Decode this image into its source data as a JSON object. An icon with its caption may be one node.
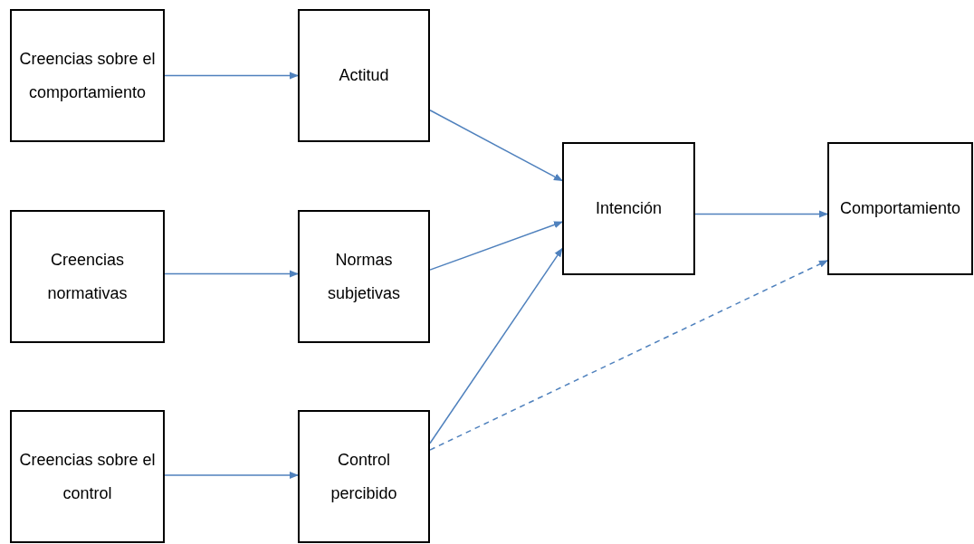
{
  "diagram": {
    "nodes": [
      {
        "text": [
          "Creencias sobre el comportamiento"
        ]
      },
      {
        "text": [
          "Actitud"
        ]
      },
      {
        "text": [
          "Creencias normativas"
        ]
      },
      {
        "text": [
          "Normas subjetivas"
        ]
      },
      {
        "text": [
          "Creencias sobre el control"
        ]
      },
      {
        "text": [
          "Control percibido"
        ]
      },
      {
        "text": [
          "Intención"
        ]
      },
      {
        "text": [
          "Comportamiento"
        ]
      }
    ],
    "edges": [
      {
        "from": 0,
        "to": 1,
        "arrow": "to"
      },
      {
        "from": 2,
        "to": 3,
        "arrow": "to"
      },
      {
        "from": 4,
        "to": 5,
        "arrow": "to"
      },
      {
        "from": 1,
        "to": 6,
        "arrow": "to"
      },
      {
        "from": 3,
        "to": 6,
        "arrow": "to"
      },
      {
        "from": 5,
        "to": 6,
        "arrow": "to"
      },
      {
        "from": 6,
        "to": 7,
        "arrow": "to"
      },
      {
        "from": 5,
        "to": 7,
        "arrow": "to",
        "style": "dashed"
      }
    ]
  }
}
